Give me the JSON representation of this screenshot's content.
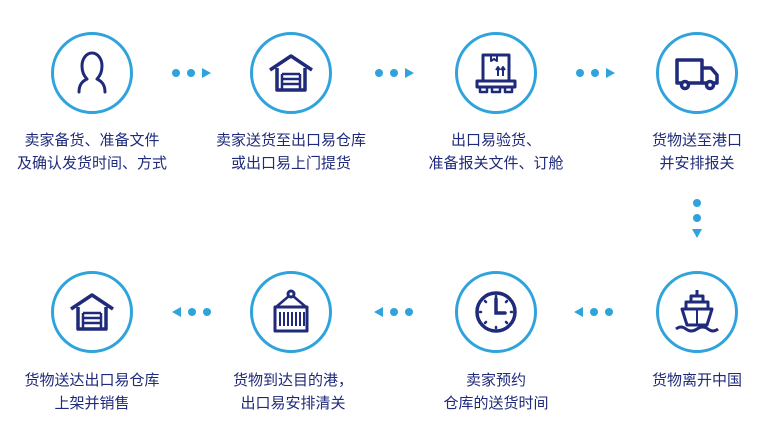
{
  "colors": {
    "circle_border": "#2fa3dc",
    "icon": "#1f2a7a",
    "text": "#1f2a7a",
    "connector": "#2fa3dc"
  },
  "steps": [
    {
      "icon": "person-icon",
      "line1": "卖家备货、准备文件",
      "line2": "及确认发货时间、方式"
    },
    {
      "icon": "warehouse-icon",
      "line1": "卖家送货至出口易仓库",
      "line2": "或出口易上门提货"
    },
    {
      "icon": "package-pallet-icon",
      "line1": "出口易验货、",
      "line2": "准备报关文件、订舱"
    },
    {
      "icon": "truck-icon",
      "line1": "货物送至港口",
      "line2": "并安排报关"
    },
    {
      "icon": "ship-icon",
      "line1": "货物离开中国",
      "line2": ""
    },
    {
      "icon": "clock-icon",
      "line1": "卖家预约",
      "line2": "仓库的送货时间"
    },
    {
      "icon": "container-icon",
      "line1": "货物到达目的港，",
      "line2": "出口易安排清关"
    },
    {
      "icon": "warehouse-icon",
      "line1": "货物送达出口易仓库",
      "line2": "上架并销售"
    }
  ]
}
